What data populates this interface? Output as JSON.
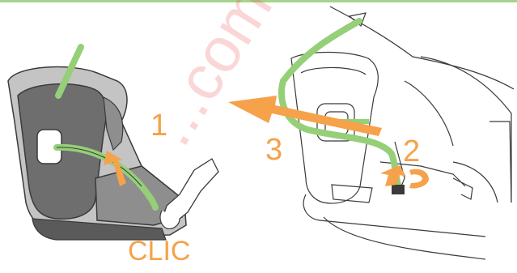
{
  "labels": {
    "step_1": "1",
    "step_2": "2",
    "step_3": "3",
    "clic": "CLIC"
  },
  "watermark": "...com.ua",
  "colors": {
    "top_rule": "#a6d48a",
    "belt": "#95cf78",
    "arrow": "#f5a24a",
    "label": "#f5a24a",
    "seat_dark": "#6e6e6e",
    "seat_mid": "#8e8e8e",
    "seat_light": "#c4c4c4",
    "outline": "#3a3a3a",
    "watermark": "#e94a4a"
  },
  "icons": [
    "car-seat-illustration",
    "vehicle-seat-illustration",
    "hand-illustration",
    "direction-arrow-icon",
    "seat-belt"
  ]
}
